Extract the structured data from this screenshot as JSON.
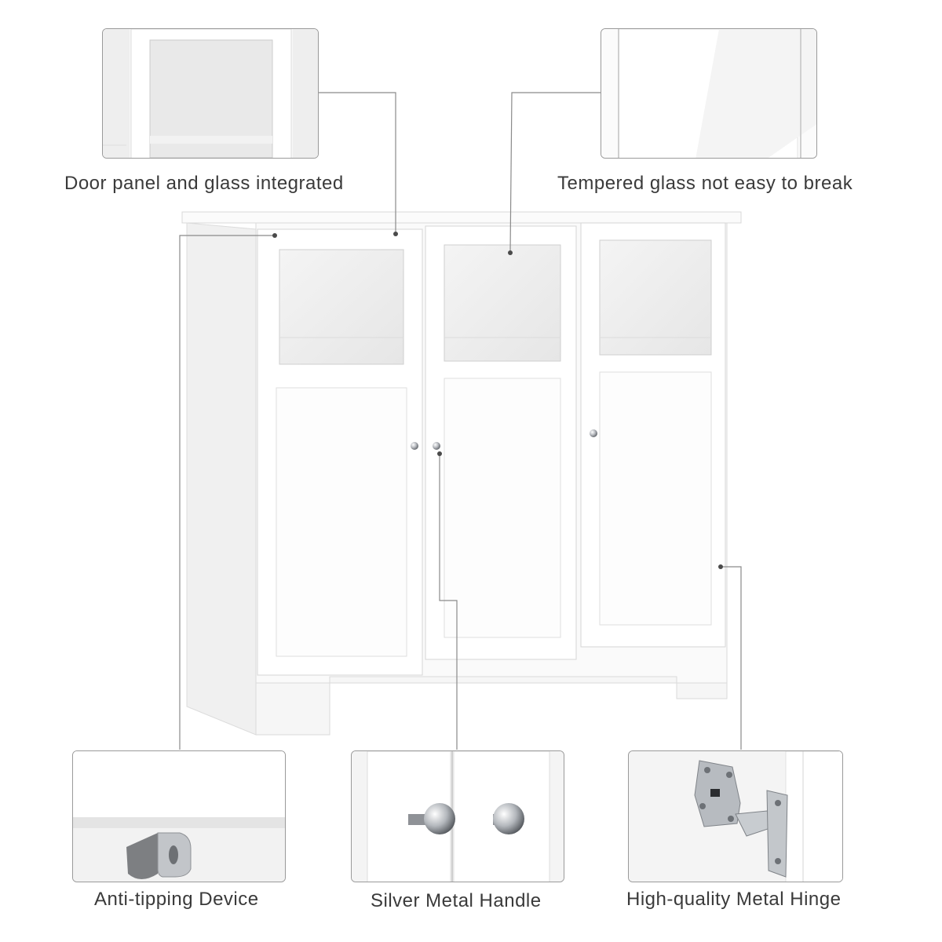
{
  "features": [
    {
      "id": "door-panel",
      "caption": "Door panel and glass integrated"
    },
    {
      "id": "tempered-glass",
      "caption": "Tempered glass not easy to break"
    },
    {
      "id": "anti-tipping",
      "caption": "Anti-tipping Device"
    },
    {
      "id": "handle",
      "caption": "Silver Metal Handle"
    },
    {
      "id": "hinge",
      "caption": "High-quality Metal Hinge"
    }
  ],
  "colors": {
    "cabinet": "#ffffff",
    "cabinet_shadow": "#e4e4e4",
    "line": "#7a7a7a",
    "metal": "#b8bcc2"
  }
}
